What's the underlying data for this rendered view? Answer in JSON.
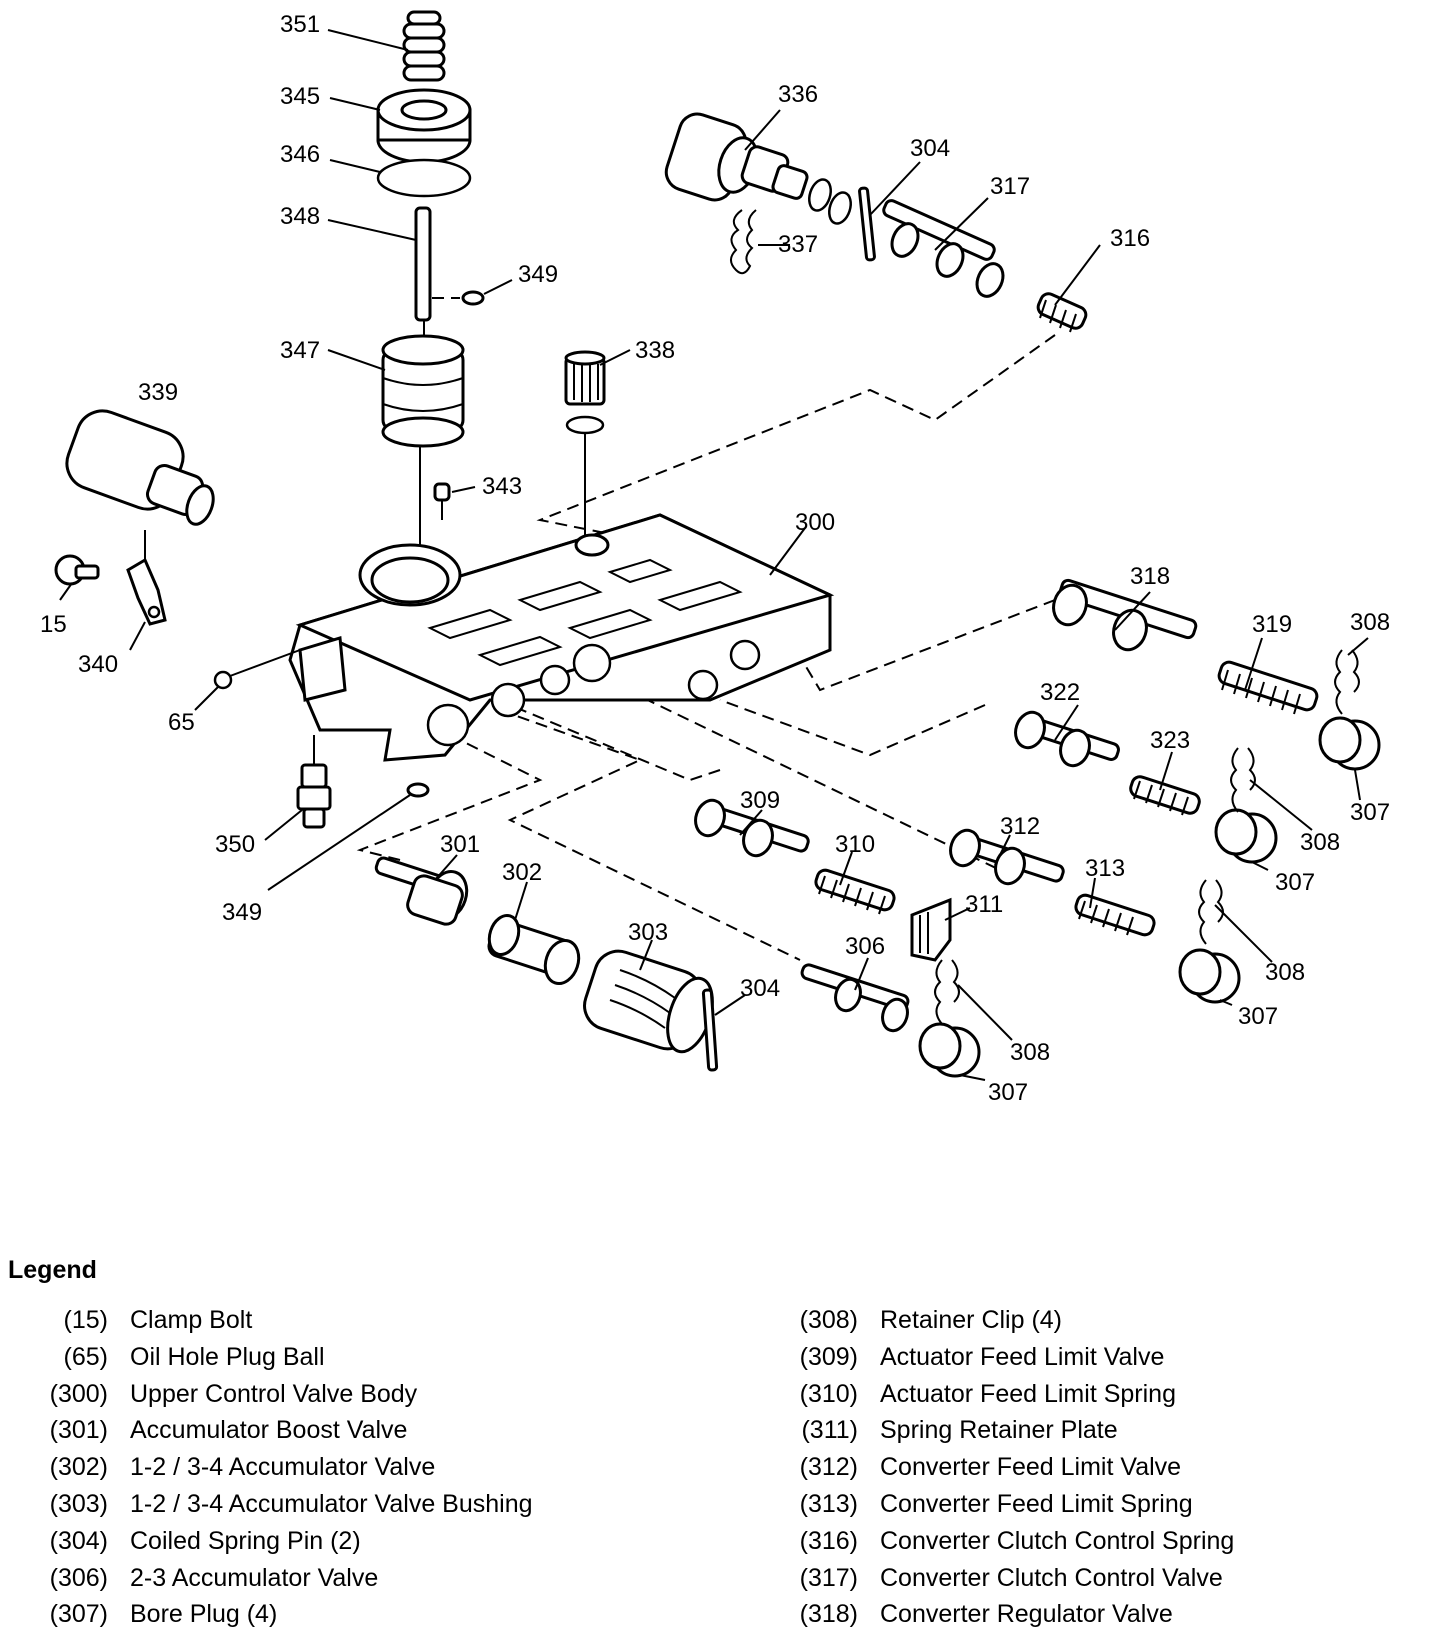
{
  "callouts": {
    "c351": "351",
    "c345": "345",
    "c346": "346",
    "c348": "348",
    "c349a": "349",
    "c347": "347",
    "c336": "336",
    "c304a": "304",
    "c317": "317",
    "c337": "337",
    "c316": "316",
    "c338": "338",
    "c339": "339",
    "c343": "343",
    "c300": "300",
    "c15": "15",
    "c340": "340",
    "c65": "65",
    "c350": "350",
    "c349b": "349",
    "c318": "318",
    "c319": "319",
    "c308a": "308",
    "c322": "322",
    "c323": "323",
    "c307a": "307",
    "c308b": "308",
    "c307b": "307",
    "c309": "309",
    "c312": "312",
    "c310": "310",
    "c313": "313",
    "c311": "311",
    "c308c": "308",
    "c307c": "307",
    "c301": "301",
    "c302": "302",
    "c303": "303",
    "c306": "306",
    "c304b": "304",
    "c308d": "308",
    "c307d": "307"
  },
  "legend": {
    "title": "Legend",
    "left": [
      {
        "num": "(15)",
        "label": "Clamp Bolt"
      },
      {
        "num": "(65)",
        "label": "Oil Hole Plug Ball"
      },
      {
        "num": "(300)",
        "label": "Upper Control Valve Body"
      },
      {
        "num": "(301)",
        "label": "Accumulator Boost Valve"
      },
      {
        "num": "(302)",
        "label": "1-2 / 3-4 Accumulator Valve"
      },
      {
        "num": "(303)",
        "label": "1-2 / 3-4 Accumulator Valve Bushing"
      },
      {
        "num": "(304)",
        "label": "Coiled Spring Pin (2)"
      },
      {
        "num": "(306)",
        "label": "2-3 Accumulator Valve"
      },
      {
        "num": "(307)",
        "label": "Bore Plug (4)"
      }
    ],
    "right": [
      {
        "num": "(308)",
        "label": "Retainer Clip (4)"
      },
      {
        "num": "(309)",
        "label": "Actuator Feed Limit Valve"
      },
      {
        "num": "(310)",
        "label": "Actuator Feed Limit Spring"
      },
      {
        "num": "(311)",
        "label": "Spring Retainer Plate"
      },
      {
        "num": "(312)",
        "label": "Converter Feed Limit Valve"
      },
      {
        "num": "(313)",
        "label": "Converter Feed Limit Spring"
      },
      {
        "num": "(316)",
        "label": "Converter Clutch Control Spring"
      },
      {
        "num": "(317)",
        "label": "Converter Clutch Control Valve"
      },
      {
        "num": "(318)",
        "label": "Converter Regulator Valve"
      }
    ]
  }
}
